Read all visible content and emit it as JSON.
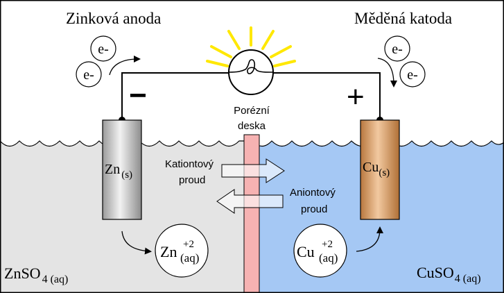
{
  "anode": {
    "title": "Zinková anoda",
    "sign": "−",
    "electrode_main": "Zn",
    "electrode_sub": "(s)"
  },
  "cathode": {
    "title": "Měděná katoda",
    "sign": "+",
    "electrode_main": "Cu",
    "electrode_sub": "(s)"
  },
  "electron_label": "e-",
  "separator": {
    "line1": "Porézní",
    "line2": "deska"
  },
  "cation_flow": {
    "line1": "Kationtový",
    "line2": "proud"
  },
  "anion_flow": {
    "line1": "Aniontový",
    "line2": "proud"
  },
  "zinc_ion": {
    "main": "Zn",
    "charge": "+2",
    "sub": "(aq)"
  },
  "copper_ion": {
    "main": "Cu",
    "charge": "+2",
    "sub": "(aq)"
  },
  "left_solution": {
    "main": "ZnSO",
    "sub": "4 (aq)"
  },
  "right_solution": {
    "main": "CuSO",
    "sub": "4 (aq)"
  },
  "colors": {
    "left_solution": "#e4e4e4",
    "right_solution": "#a5c8f4",
    "separator": "#f6b2b2",
    "copper": "#d49a62",
    "bulb_rays": "#ffe800"
  }
}
